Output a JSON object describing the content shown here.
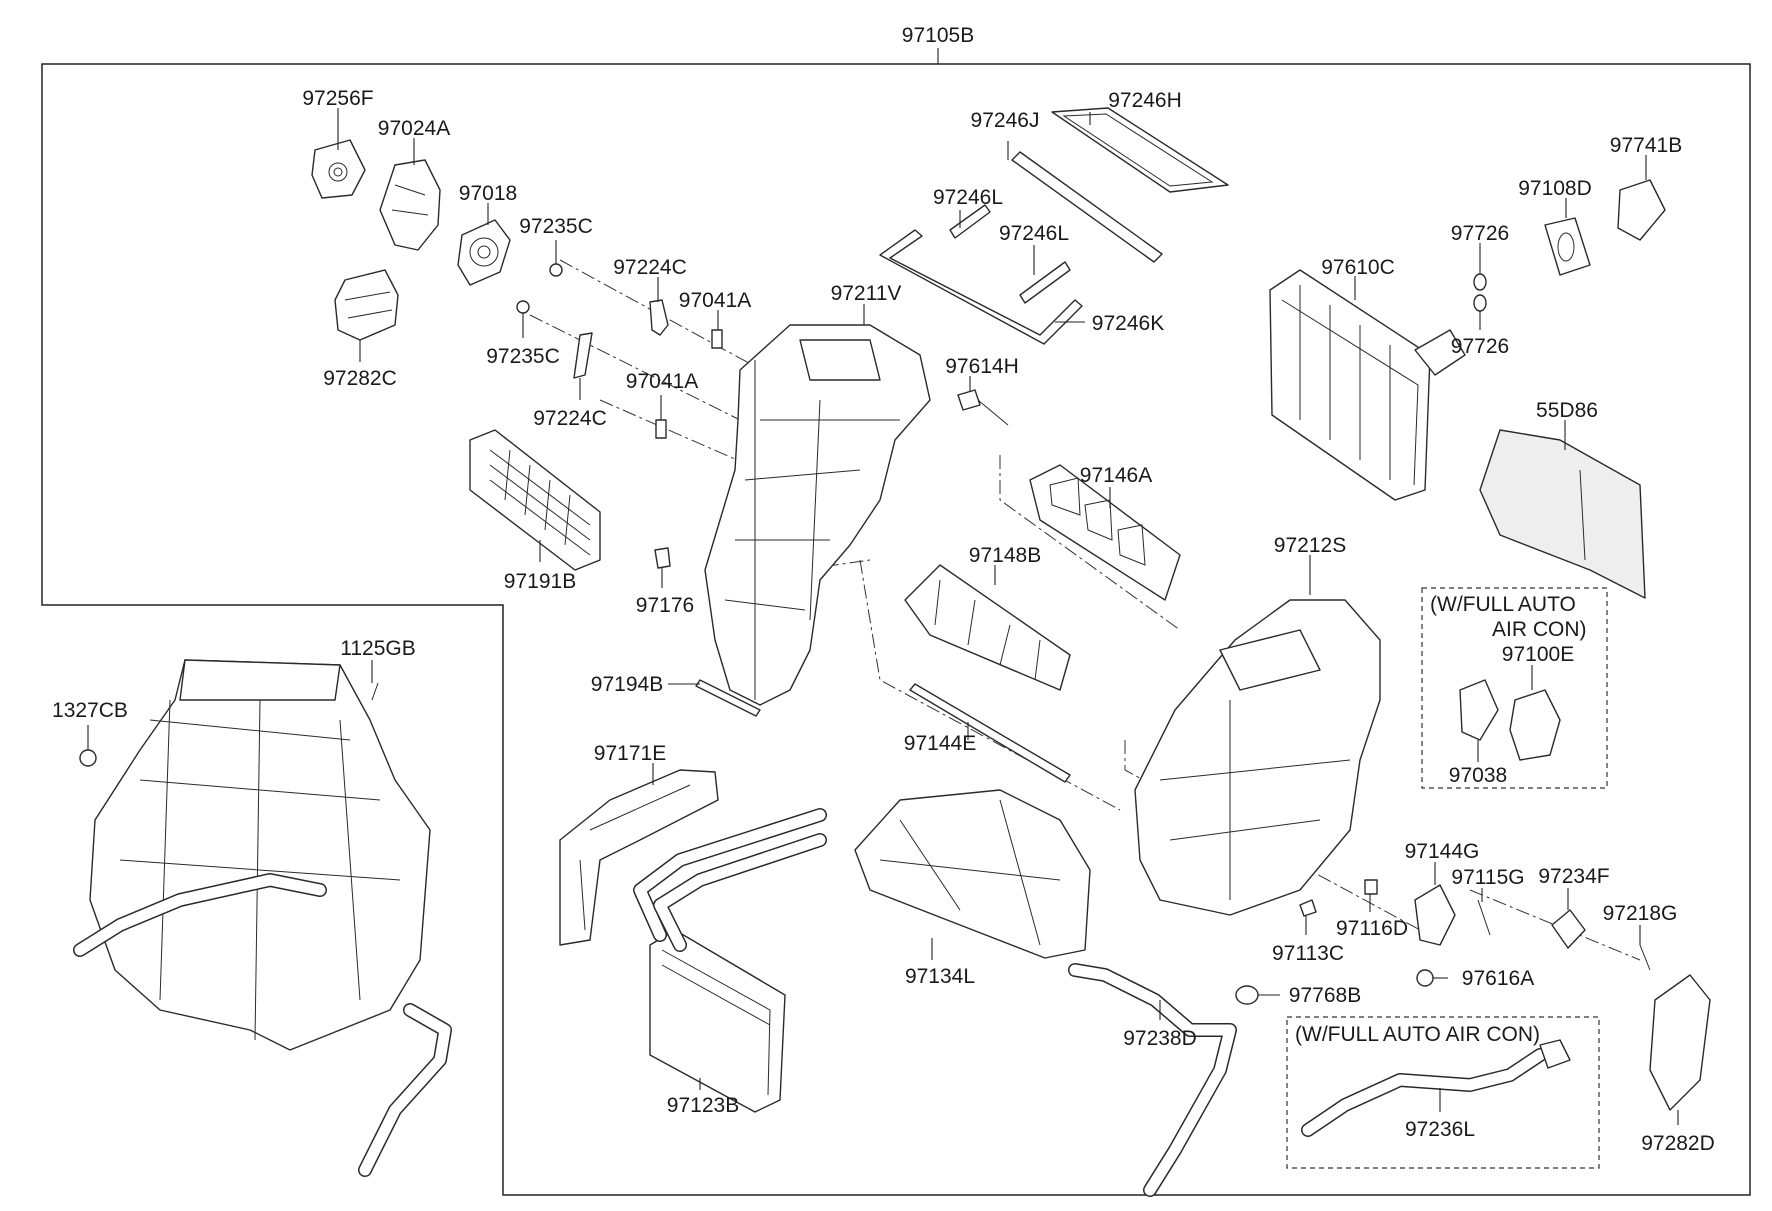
{
  "diagram": {
    "assembly_label": "97105B",
    "notes": [
      {
        "id": "note-full-auto-1-line1",
        "text": "(W/FULL AUTO"
      },
      {
        "id": "note-full-auto-1-line2",
        "text": "AIR CON)"
      },
      {
        "id": "note-full-auto-2",
        "text": "(W/FULL AUTO AIR CON)"
      }
    ],
    "labels": [
      "97256F",
      "97024A",
      "97018",
      "97235C",
      "97282C",
      "97235C",
      "97224C",
      "97224C",
      "97041A",
      "97041A",
      "97191B",
      "97176",
      "97211V",
      "97194B",
      "1125GB",
      "1327CB",
      "97246J",
      "97246H",
      "97246L",
      "97246L",
      "97246K",
      "97614H",
      "97146A",
      "97148B",
      "97144E",
      "97171E",
      "97123B",
      "97134L",
      "97741B",
      "97108D",
      "97726",
      "97726",
      "97610C",
      "55D86",
      "97212S",
      "97100E",
      "97038",
      "97144G",
      "97115G",
      "97234F",
      "97218G",
      "97116D",
      "97113C",
      "97616A",
      "97768B",
      "97238D",
      "97236L",
      "97282D"
    ]
  }
}
